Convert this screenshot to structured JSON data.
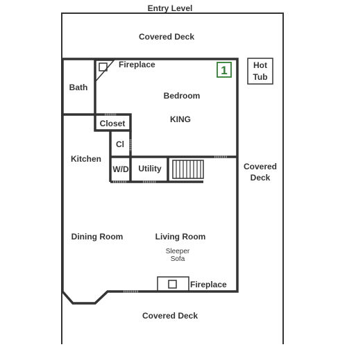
{
  "plan": {
    "title": "Entry Level",
    "level_badge": "1",
    "colors": {
      "wall": "#333333",
      "text": "#333333",
      "badge": "#2e7d32",
      "door": "#9a9a9a"
    },
    "labels": {
      "covered_deck_top": "Covered Deck",
      "covered_deck_right_1": "Covered",
      "covered_deck_right_2": "Deck",
      "covered_deck_bottom": "Covered Deck",
      "hot_tub_1": "Hot",
      "hot_tub_2": "Tub",
      "fireplace_top": "Fireplace",
      "fireplace_bottom": "Fireplace",
      "bath": "Bath",
      "bedroom": "Bedroom",
      "bed_size": "KING",
      "closet": "Closet",
      "cl": "Cl",
      "kitchen": "Kitchen",
      "wd": "W/D",
      "utility": "Utility",
      "dining_room": "Dining Room",
      "living_room": "Living Room",
      "sleeper_1": "Sleeper",
      "sleeper_2": "Sofa"
    }
  }
}
